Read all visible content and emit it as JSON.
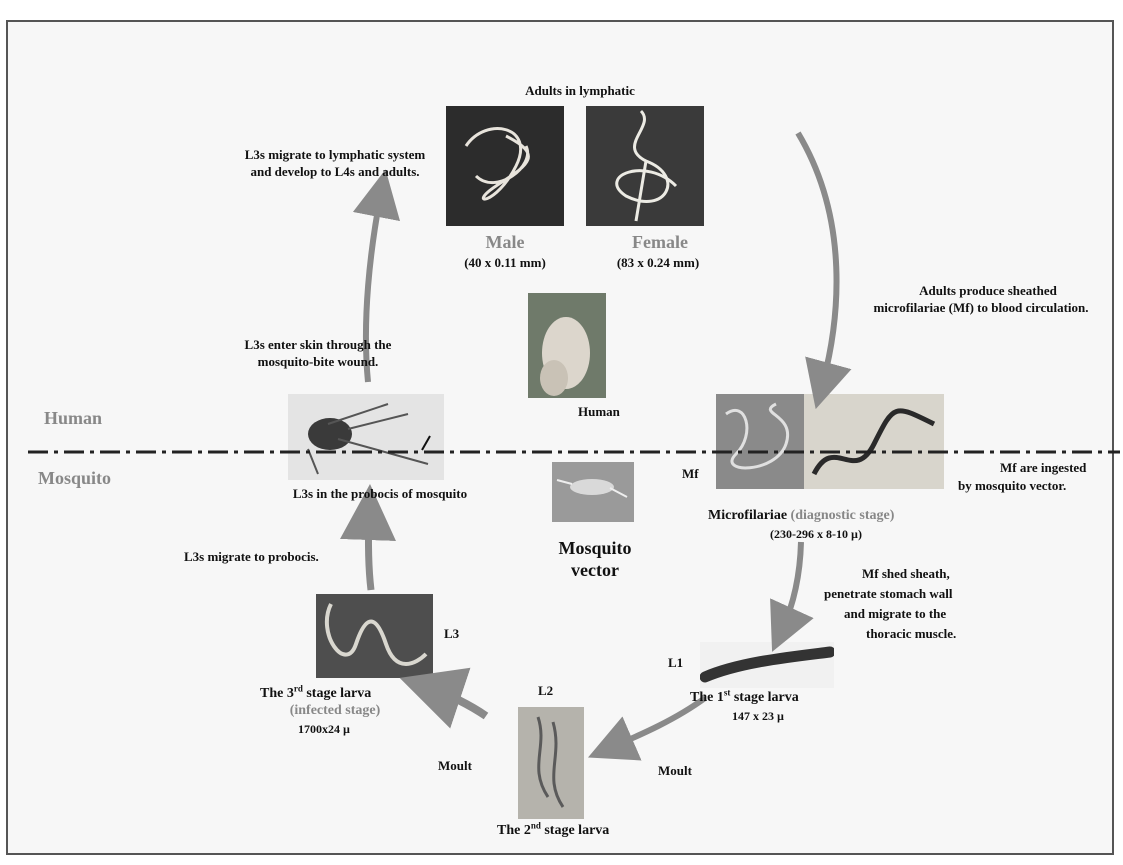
{
  "zones": {
    "human": "Human",
    "mosquito": "Mosquito"
  },
  "adults": {
    "title": "Adults in lymphatic",
    "male_label": "Male",
    "male_size": "(40 x 0.11 mm)",
    "female_label": "Female",
    "female_size": "(83 x 0.24 mm)"
  },
  "steps": {
    "l3_to_lymph_line1": "L3s migrate to lymphatic system",
    "l3_to_lymph_line2": "and develop to L4s and adults.",
    "adults_produce_line1": "Adults produce sheathed",
    "adults_produce_line2": "microfilariae (Mf) to blood circulation.",
    "l3_enter_line1": "L3s enter skin through the",
    "l3_enter_line2": "mosquito-bite wound.",
    "mf_ingested_line1": "Mf are ingested",
    "mf_ingested_line2": "by mosquito vector.",
    "l3_to_probocis": "L3s migrate to probocis.",
    "mf_shed_line1": "Mf shed sheath,",
    "mf_shed_line2": "penetrate stomach wall",
    "mf_shed_line3": "and migrate to the",
    "mf_shed_line4": "thoracic muscle.",
    "moult_left": "Moult",
    "moult_right": "Moult"
  },
  "hosts": {
    "human_caption": "Human",
    "mosquito_caption_line1": "Mosquito",
    "mosquito_caption_line2": "vector"
  },
  "stages": {
    "l3_probocis_caption": "L3s in the probocis of mosquito",
    "mf_tag": "Mf",
    "mf_caption_main": "Microfilariae",
    "mf_caption_grey": "(diagnostic stage)",
    "mf_size": "(230-296 x 8-10 µ)",
    "l1_tag": "L1",
    "l1_caption_pre": "The 1",
    "l1_caption_sup": "st",
    "l1_caption_post": " stage larva",
    "l1_size": "147 x 23 µ",
    "l2_tag": "L2",
    "l2_caption_pre": "The 2",
    "l2_caption_sup": "nd",
    "l2_caption_post": " stage larva",
    "l3_tag": "L3",
    "l3_caption_pre": "The 3",
    "l3_caption_sup": "rd",
    "l3_caption_post": " stage larva",
    "l3_caption_grey": "(infected stage)",
    "l3_size": "1700x24 µ"
  },
  "colors": {
    "arrow": "#8a8a8a",
    "zone_text": "#7f7f7f",
    "divider": "#222222"
  }
}
